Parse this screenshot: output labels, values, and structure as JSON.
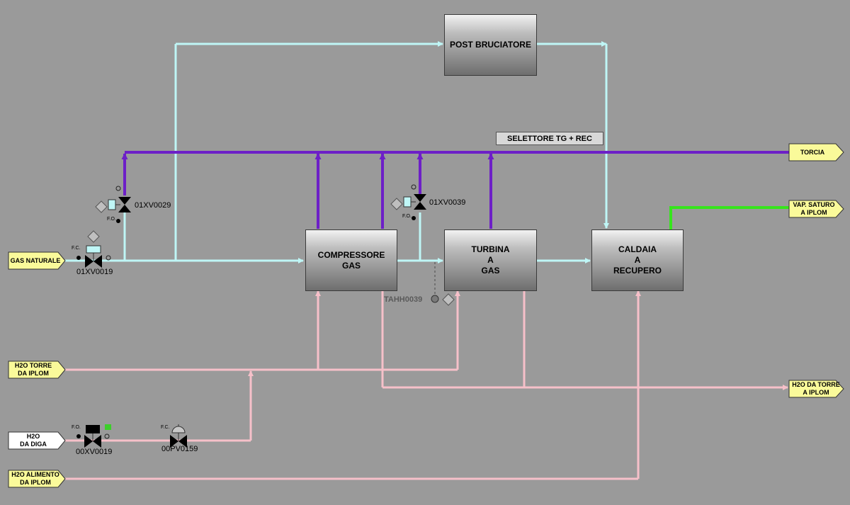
{
  "units": {
    "post_bruciatore": "POST BRUCIATORE",
    "compressore": "COMPRESSORE\nGAS",
    "turbina": "TURBINA\nA\nGAS",
    "caldaia": "CALDAIA\nA\nRECUPERO"
  },
  "selector_label": "SELETTORE TG + REC",
  "tags": {
    "gas_naturale": "GAS NATURALE",
    "torcia": "TORCIA",
    "vap_saturo": "VAP. SATURO\nA IPLOM",
    "h2o_torre_da_iplom": "H2O TORRE\nDA IPLOM",
    "h2o_da_torre_a_iplom": "H2O DA TORRE\nA IPLOM",
    "h2o_da_diga": "H2O\nDA DIGA",
    "h2o_alimento": "H2O ALIMENTO\nDA IPLOM"
  },
  "valves": {
    "v0029": "01XV0029",
    "v0039": "01XV0039",
    "v0019": "01XV0019",
    "v00xv0019": "00XV0019",
    "v00pv0159": "00PV0159"
  },
  "instrument": "TAHH0039",
  "fail": {
    "fo": "F.O.",
    "fc": "F.C."
  },
  "line_colors": {
    "gas": "#bff6f6",
    "flare": "#6d1fc7",
    "steam": "#36e51c",
    "water": "#f6c0c9"
  }
}
